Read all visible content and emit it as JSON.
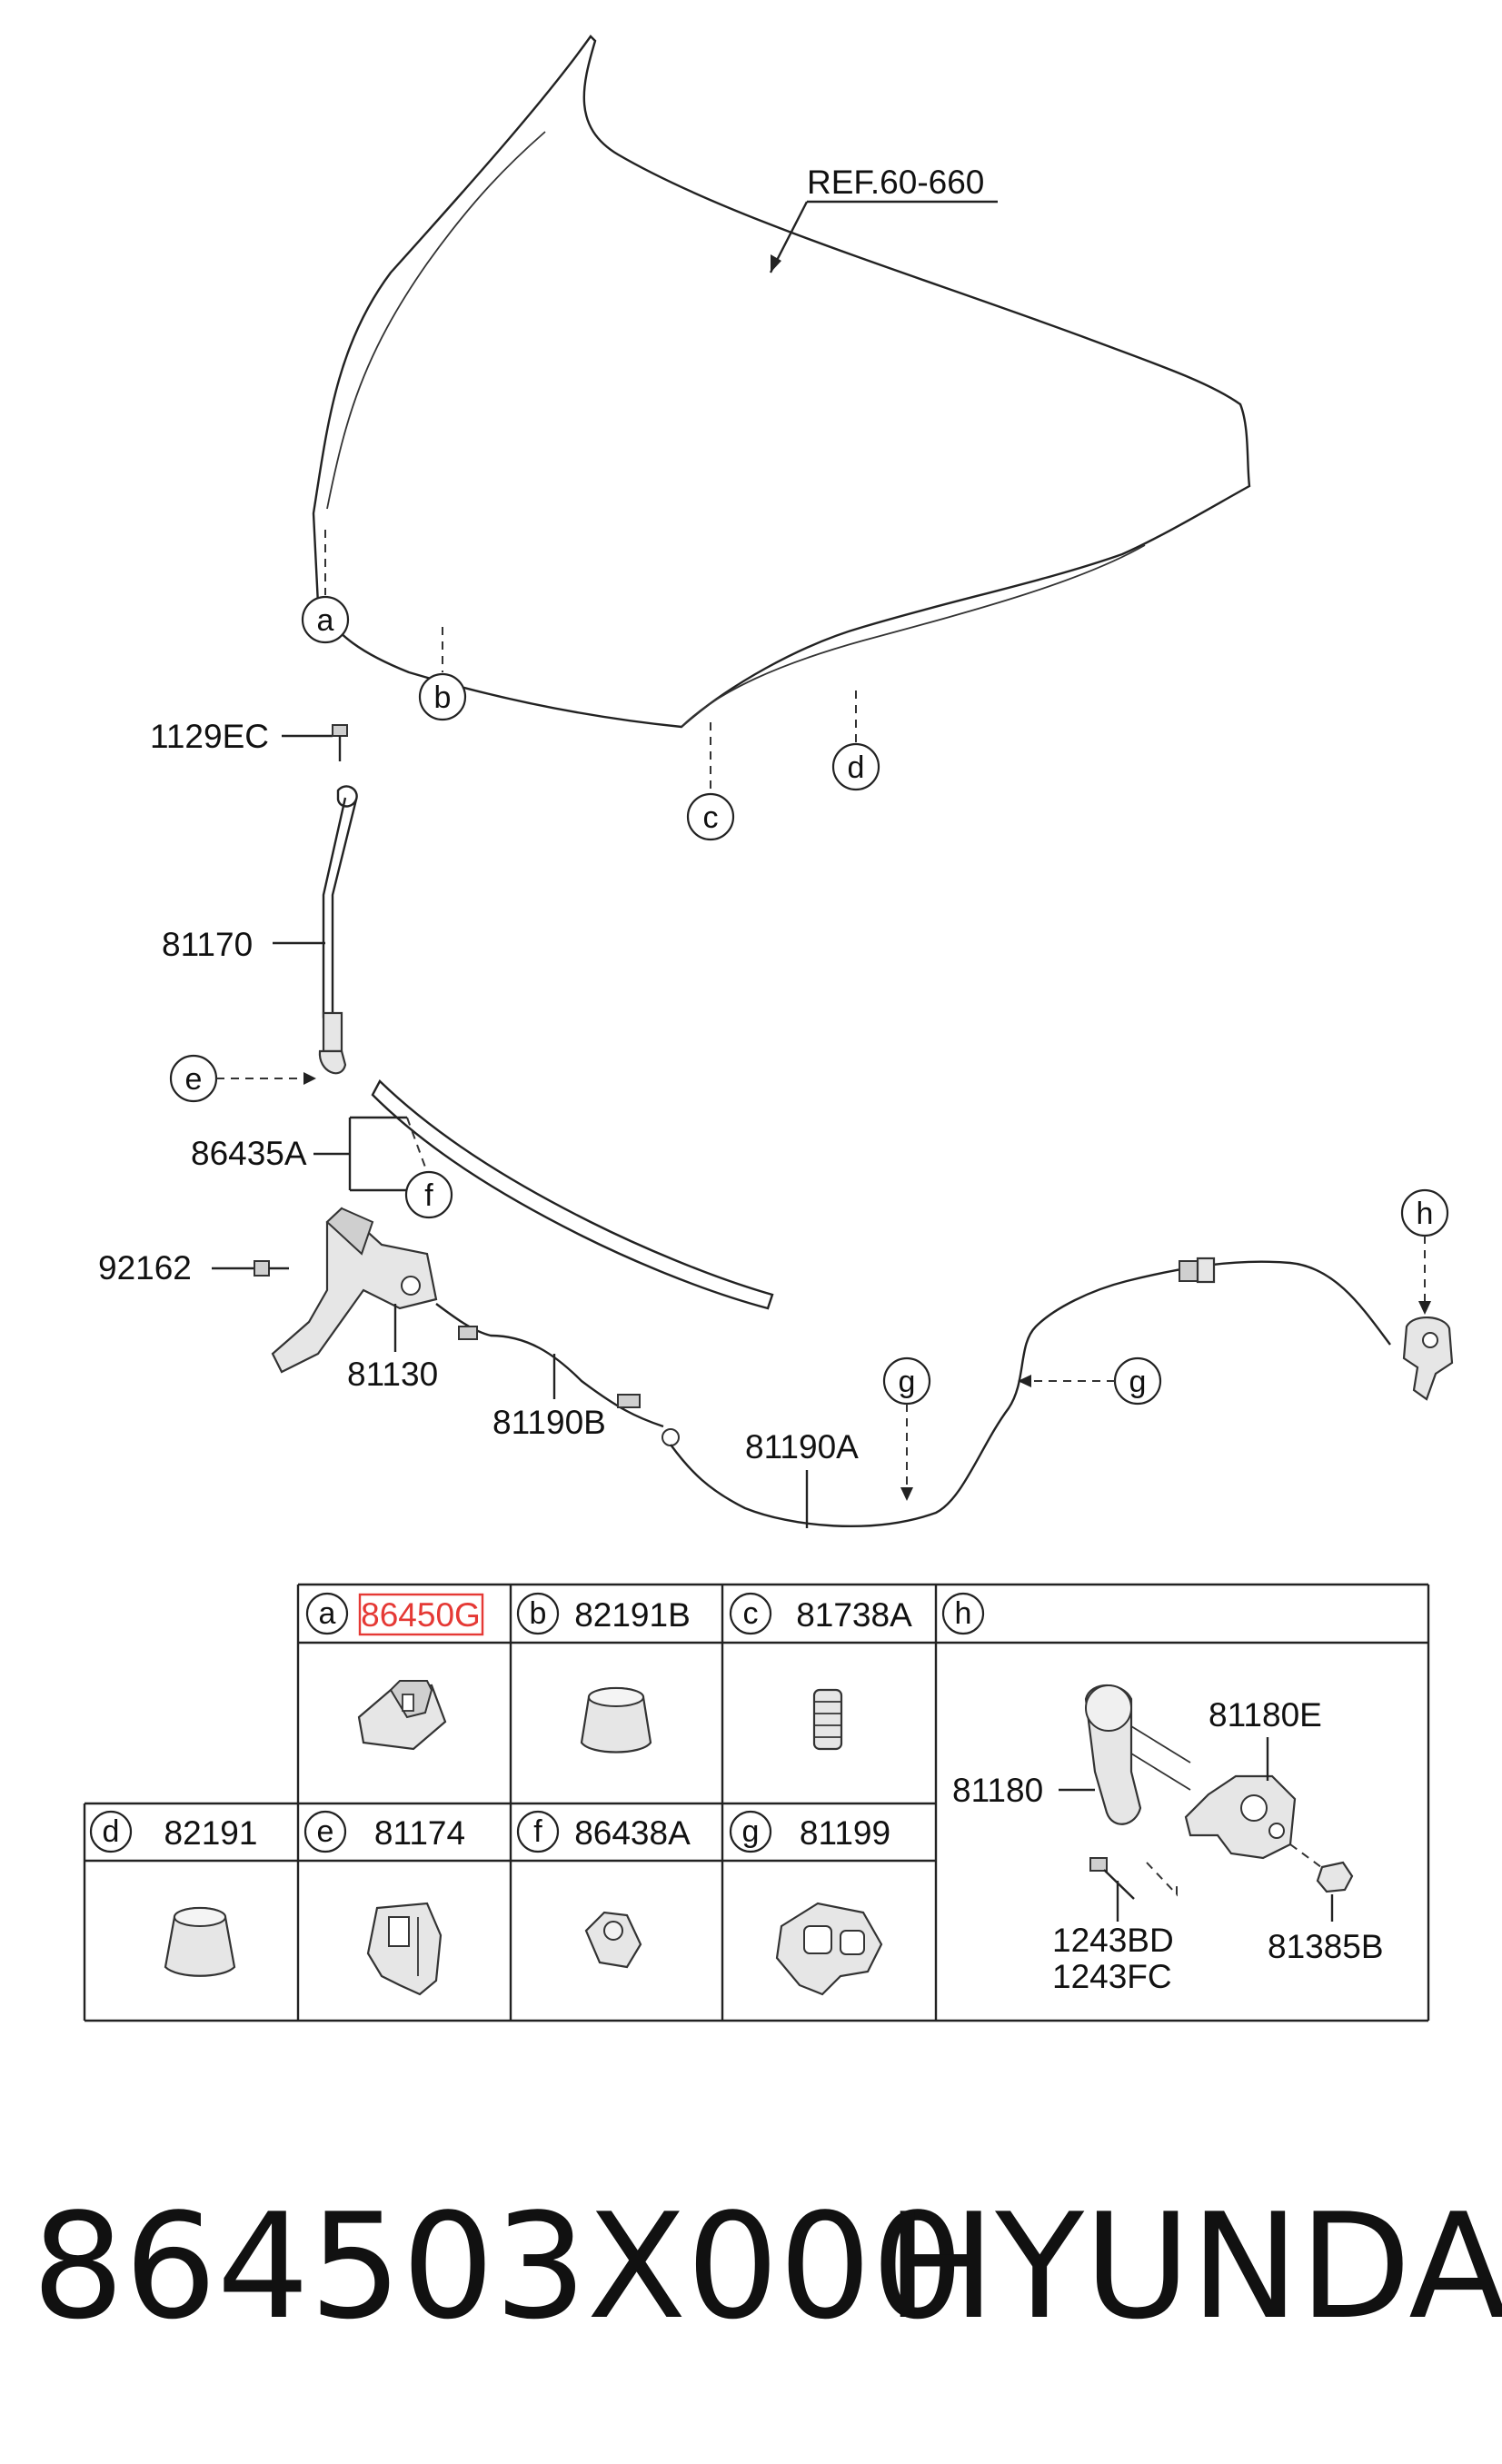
{
  "diagram": {
    "ref_label": "REF.60-660",
    "callouts": {
      "p1129ec": "1129EC",
      "p81170": "81170",
      "p86435a": "86435A",
      "p92162": "92162",
      "p81130": "81130",
      "p81190b": "81190B",
      "p81190a": "81190A"
    },
    "circle_letters": [
      "a",
      "b",
      "c",
      "d",
      "e",
      "f",
      "g",
      "g",
      "h"
    ]
  },
  "table": {
    "top_row": [
      {
        "letter": "a",
        "part": "86450G",
        "highlighted": true
      },
      {
        "letter": "b",
        "part": "82191B"
      },
      {
        "letter": "c",
        "part": "81738A"
      },
      {
        "letter": "h",
        "part": ""
      }
    ],
    "bottom_row": [
      {
        "letter": "d",
        "part": "82191"
      },
      {
        "letter": "e",
        "part": "81174"
      },
      {
        "letter": "f",
        "part": "86438A"
      },
      {
        "letter": "g",
        "part": "81199"
      }
    ],
    "h_parts": {
      "p81180": "81180",
      "p81180e": "81180E",
      "p1243bd": "1243BD",
      "p1243fc": "1243FC",
      "p81385b": "81385B"
    },
    "highlight_color": "#e53935"
  },
  "footer": {
    "part_number": "864503X000",
    "brand": "HYUNDAI"
  }
}
